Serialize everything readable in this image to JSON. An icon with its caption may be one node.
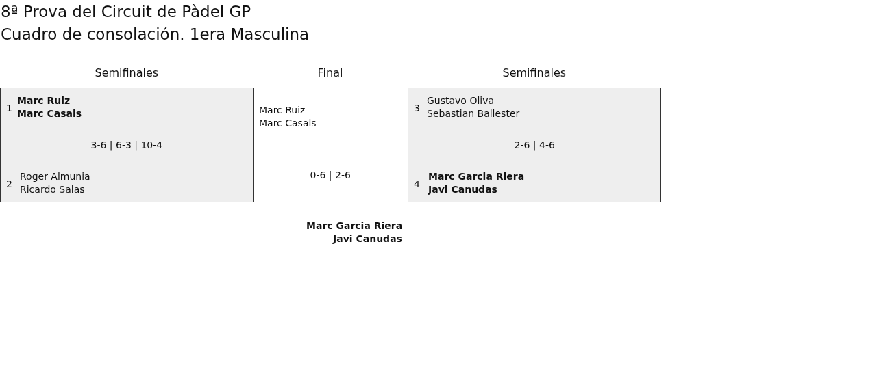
{
  "diagram": {
    "title": "8ª Prova del Circuit de Pàdel GP",
    "nodes": [
      {
        "text": [
          "1",
          "Marc Ruiz",
          "Marc Casals",
          "3-6 | 6-3 | 10-4",
          "2",
          "Roger Almunia",
          "Ricardo Salas"
        ]
      },
      {
        "text": [
          "3",
          "Gustavo Oliva",
          "Sebastian Ballester",
          "2-6 | 4-6",
          "4",
          "Marc Garcia Riera",
          "Javi Canudas"
        ]
      }
    ],
    "edges": [],
    "labels": [
      "Cuadro de consolación. 1era Masculina",
      "Semifinales",
      "Final",
      "Semifinales",
      "Marc Ruiz",
      "Marc Casals",
      "0-6 | 2-6",
      "Marc Garcia Riera",
      "Javi Canudas"
    ]
  }
}
